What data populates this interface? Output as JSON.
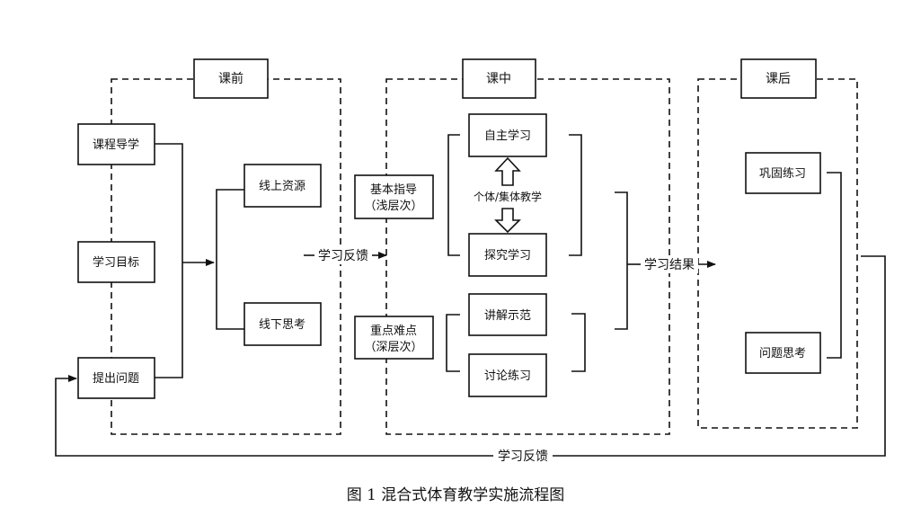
{
  "stages": {
    "pre": "课前",
    "in": "课中",
    "post": "课后"
  },
  "pre": {
    "guide": "课程导学",
    "goal": "学习目标",
    "question": "提出问题",
    "online": "线上资源",
    "offline": "线下思考"
  },
  "in": {
    "basic": [
      "基本指导",
      "（浅层次）"
    ],
    "key": [
      "重点难点",
      "（深层次）"
    ],
    "self_study": "自主学习",
    "teaching": "个体/集体教学",
    "explore": "探究学习",
    "explain": "讲解示范",
    "discuss": "讨论练习"
  },
  "post": {
    "consolidate": "巩固练习",
    "reflect": "问题思考"
  },
  "connectors": {
    "feedback_mid": "学习反馈",
    "result": "学习结果",
    "feedback_bottom": "学习反馈"
  },
  "caption": "图 1    混合式体育教学实施流程图"
}
